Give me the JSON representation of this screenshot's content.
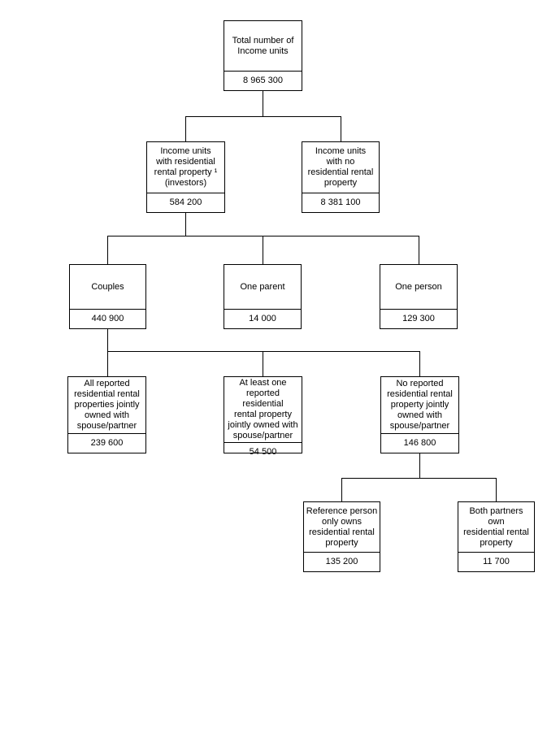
{
  "colors": {
    "background": "#ffffff",
    "box_border": "#000000",
    "text": "#000000",
    "connector": "#000000"
  },
  "nodes": [
    {
      "id": "total",
      "parent": null,
      "label": "Total number of\nIncome units",
      "value": "8 965 300"
    },
    {
      "id": "investors",
      "parent": "total",
      "label": "Income units\nwith residential\nrental property ¹\n(investors)",
      "value": "584 200"
    },
    {
      "id": "no-rental-property",
      "parent": "total",
      "label": "Income units\nwith no\nresidential rental\nproperty",
      "value": "8 381 100"
    },
    {
      "id": "couples",
      "parent": "investors",
      "label": "Couples",
      "value": "440 900"
    },
    {
      "id": "one-parent",
      "parent": "investors",
      "label": "One parent",
      "value": "14 000"
    },
    {
      "id": "one-person",
      "parent": "investors",
      "label": "One person",
      "value": "129 300"
    },
    {
      "id": "all-jointly-owned",
      "parent": "couples",
      "label": "All reported\nresidential rental\nproperties jointly\nowned with\nspouse/partner",
      "value": "239 600"
    },
    {
      "id": "at-least-one-jointly-owned",
      "parent": "couples",
      "label": "At least one\nreported residential\nrental property\njointly owned with\nspouse/partner",
      "value": "54 500"
    },
    {
      "id": "none-jointly-owned",
      "parent": "couples",
      "label": "No reported\nresidential rental\nproperty jointly\nowned with\nspouse/partner",
      "value": "146 800"
    },
    {
      "id": "reference-person-only",
      "parent": "none-jointly-owned",
      "label": "Reference person\nonly owns\nresidential rental\nproperty",
      "value": "135 200"
    },
    {
      "id": "both-partners",
      "parent": "none-jointly-owned",
      "label": "Both partners\nown\nresidential rental\nproperty",
      "value": "11 700"
    }
  ]
}
